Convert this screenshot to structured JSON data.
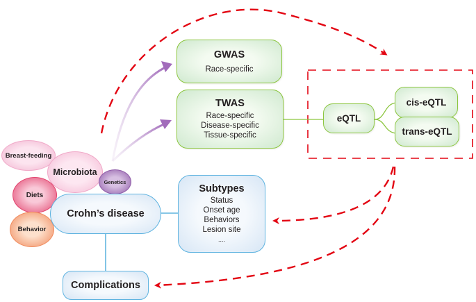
{
  "diagram": {
    "factors": {
      "breast_feeding": "Breast-feeding",
      "microbiota": "Microbiota",
      "genetics": "Genetics",
      "diets": "Diets",
      "behavior": "Behavior"
    },
    "crohns": "Crohn’s disease",
    "complications": "Complications",
    "subtypes": {
      "title": "Subtypes",
      "items": [
        "Status",
        "Onset age",
        "Behaviors",
        "Lesion site",
        "...."
      ]
    },
    "gwas": {
      "title": "GWAS",
      "items": [
        "Race-specific"
      ]
    },
    "twas": {
      "title": "TWAS",
      "items": [
        "Race-specific",
        "Disease-specific",
        "Tissue-specific"
      ]
    },
    "eqtl": {
      "main": "eQTL",
      "cis": "cis-eQTL",
      "trans": "trans-eQTL"
    },
    "colors": {
      "dashed_arrow": "#e30613",
      "green_border": "#8cc63f",
      "blue_border": "#5eb3e0",
      "purple_arrow": "#b07cc6"
    }
  }
}
